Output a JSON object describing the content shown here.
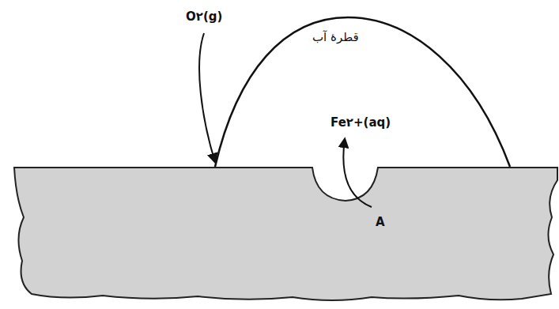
{
  "diagram": {
    "labels": [
      "O۲(g)",
      "قطرهٔ آب",
      "Fe۲+(aq)",
      "A"
    ]
  }
}
